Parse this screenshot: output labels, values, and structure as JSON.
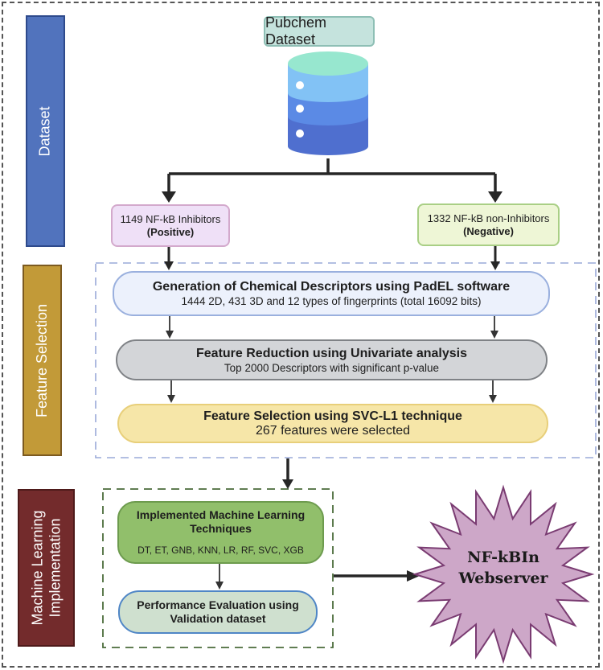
{
  "stages": {
    "dataset": "Dataset",
    "feature_selection": "Feature Selection",
    "ml_line1": "Machine Learning",
    "ml_line2": "Implementation"
  },
  "source": {
    "label": "Pubchem Dataset",
    "icon": "database-icon"
  },
  "classes": {
    "positive": {
      "count_label": "1149 NF-kB Inhibitors",
      "tag": "(Positive)"
    },
    "negative": {
      "count_label": "1332 NF-kB non-Inhibitors",
      "tag": "(Negative)"
    }
  },
  "feature_steps": [
    {
      "title": "Generation of Chemical Descriptors using PadEL software",
      "detail": "1444 2D, 431 3D and 12 types of fingerprints (total 16092 bits)"
    },
    {
      "title": "Feature Reduction using Univariate analysis",
      "detail": "Top 2000 Descriptors with significant p-value"
    },
    {
      "title": "Feature Selection using SVC-L1 technique",
      "detail": "267 features were selected"
    }
  ],
  "ml_steps": {
    "techniques_title": "Implemented Machine Learning Techniques",
    "techniques_list": "DT, ET, GNB, KNN, LR, RF, SVC, XGB",
    "evaluation_title": "Performance Evaluation using Validation dataset"
  },
  "output": {
    "line1": "NF-kBIn",
    "line2": "Webserver"
  },
  "colors": {
    "dataset_bar": "#5173bd",
    "feature_bar": "#c29a38",
    "ml_bar": "#732b2c",
    "star_fill": "#cda7c8",
    "star_stroke": "#7a3c72"
  }
}
